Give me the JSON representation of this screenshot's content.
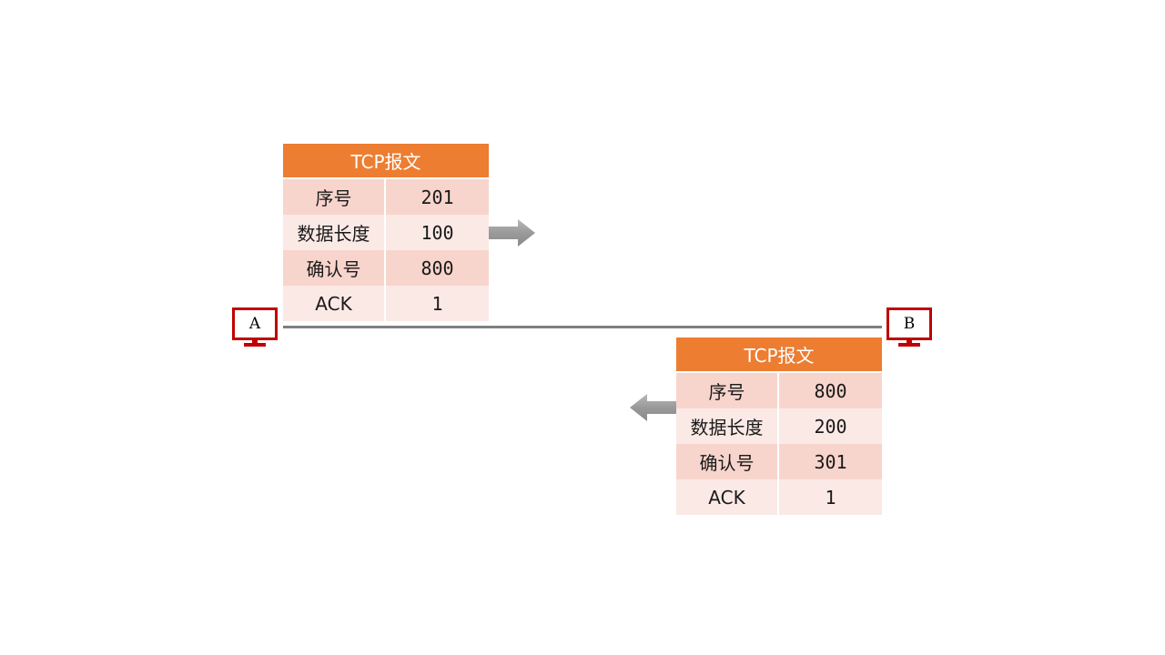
{
  "hosts": {
    "a": {
      "label": "A"
    },
    "b": {
      "label": "B"
    }
  },
  "packets": [
    {
      "title": "TCP报文",
      "rows": [
        {
          "key": "序号",
          "value": "201"
        },
        {
          "key": "数据长度",
          "value": "100"
        },
        {
          "key": "确认号",
          "value": "800"
        },
        {
          "key": "ACK",
          "value": "1"
        }
      ]
    },
    {
      "title": "TCP报文",
      "rows": [
        {
          "key": "序号",
          "value": "800"
        },
        {
          "key": "数据长度",
          "value": "200"
        },
        {
          "key": "确认号",
          "value": "301"
        },
        {
          "key": "ACK",
          "value": "1"
        }
      ]
    }
  ],
  "colors": {
    "header": "#ed7d31",
    "row_dark": "#f8d5cc",
    "row_light": "#fbe9e5",
    "host": "#c00000",
    "link": "#7f7f7f",
    "arrow": "#a6a6a6"
  }
}
